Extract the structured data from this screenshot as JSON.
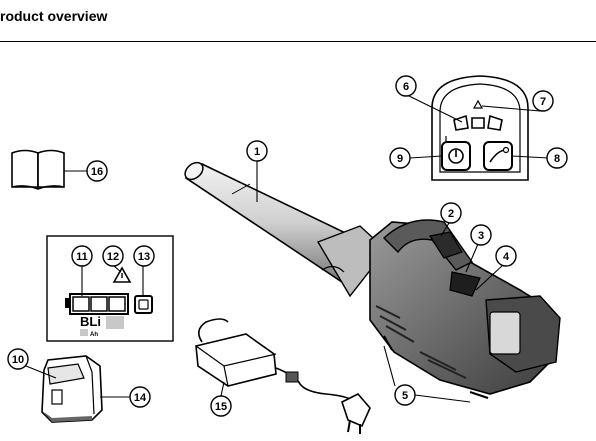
{
  "heading": "roduct overview",
  "callouts": [
    "1",
    "2",
    "3",
    "4",
    "5",
    "6",
    "7",
    "8",
    "9",
    "10",
    "11",
    "12",
    "13",
    "14",
    "15",
    "16"
  ],
  "battery_label": "BLi",
  "battery_unit": "Ah",
  "colors": {
    "line": "#000000",
    "shade": "#c8c8c8",
    "dark": "#3a3a3a",
    "mid": "#8a8a8a"
  },
  "icons": [
    "manual-icon",
    "blower-icon",
    "keypad-icon",
    "battery-icon",
    "charger-icon",
    "warning-icon",
    "power-icon",
    "boost-icon"
  ]
}
